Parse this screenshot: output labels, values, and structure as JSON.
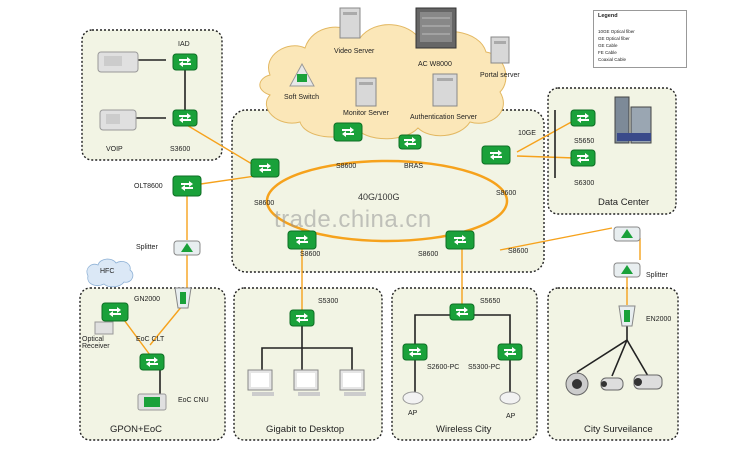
{
  "legend": {
    "title": "Legend",
    "items": [
      {
        "label": "10GE Optical fiber",
        "color": "#f6a21c"
      },
      {
        "label": "GE Optical fiber",
        "color": "#f6c347"
      },
      {
        "label": "GE Cable",
        "color": "#222222"
      },
      {
        "label": "FE Cable",
        "color": "#555555"
      },
      {
        "label": "Coaxial Cable",
        "color": "#6cc0e8"
      }
    ]
  },
  "servers": {
    "video": "Video Server",
    "ac": "AC W8000",
    "portal": "Portal server",
    "softswitch": "Soft Switch",
    "monitor": "Monitor Server",
    "auth": "Authentication Server"
  },
  "core": {
    "ring_label": "40G/100G",
    "s8600_left": "S8600",
    "s8600_top": "S8600",
    "s8600_right": "S8600",
    "s8600_bottom_left": "S8600",
    "s8600_bottom_mid": "S8600",
    "s8600_bottom_right": "S8600",
    "bras": "BRAS",
    "link_10ge": "10GE"
  },
  "voip": {
    "iad": "IAD",
    "voip": "VOIP",
    "s3600": "S3600"
  },
  "access": {
    "olt": "OLT8600",
    "splitter_left": "Splitter",
    "splitter_right": "Splitter"
  },
  "datacenter": {
    "title": "Data Center",
    "s5650": "S5650",
    "s6300": "S6300"
  },
  "gpon": {
    "title": "GPON+EoC",
    "hfc": "HFC",
    "gn2000": "GN2000",
    "optical_receiver": "Optical Receiver",
    "eoc_clt": "EoC CLT",
    "eoc_cnu": "EoC CNU"
  },
  "gigabit": {
    "title": "Gigabit to Desktop",
    "s5300": "S5300"
  },
  "wireless": {
    "title": "Wireless City",
    "s5650": "S5650",
    "s2600": "S2600-PC",
    "s5300pc": "S5300-PC",
    "ap_left": "AP",
    "ap_right": "AP"
  },
  "surveillance": {
    "title": "City Surveilance",
    "en2000": "EN2000"
  },
  "watermark": "trade.china.cn",
  "colors": {
    "switch": "#1aa13a",
    "zone_bg": "#f2f4e4",
    "cloud": "#fbe7b8",
    "fiber": "#f6a21c"
  }
}
